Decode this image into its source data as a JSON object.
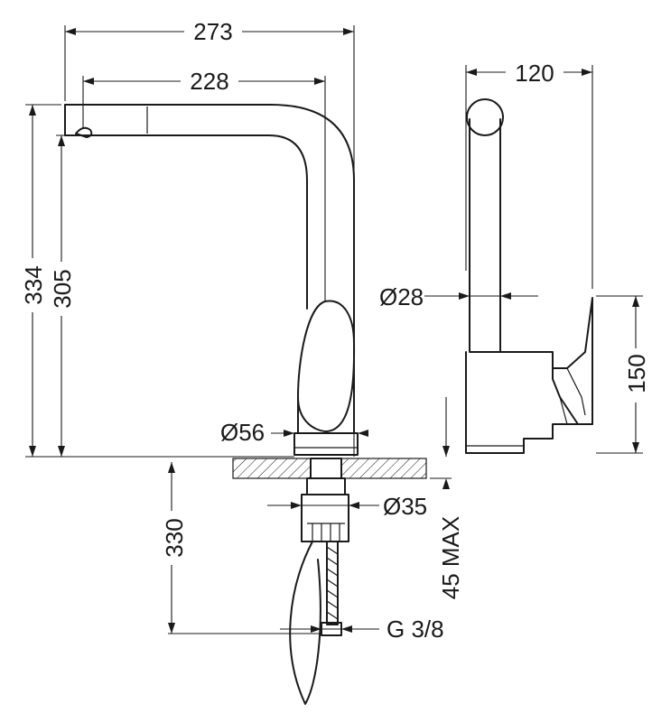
{
  "dimensions": {
    "overall_width": "273",
    "spout_reach": "228",
    "side_depth": "120",
    "overall_height": "334",
    "spout_height": "305",
    "base_diameter": "Ø56",
    "body_diameter": "Ø28",
    "lever_height": "150",
    "shank_diameter": "Ø35",
    "hose_length": "330",
    "max_deck_thickness": "45 MAX",
    "thread_size": "G 3/8"
  }
}
